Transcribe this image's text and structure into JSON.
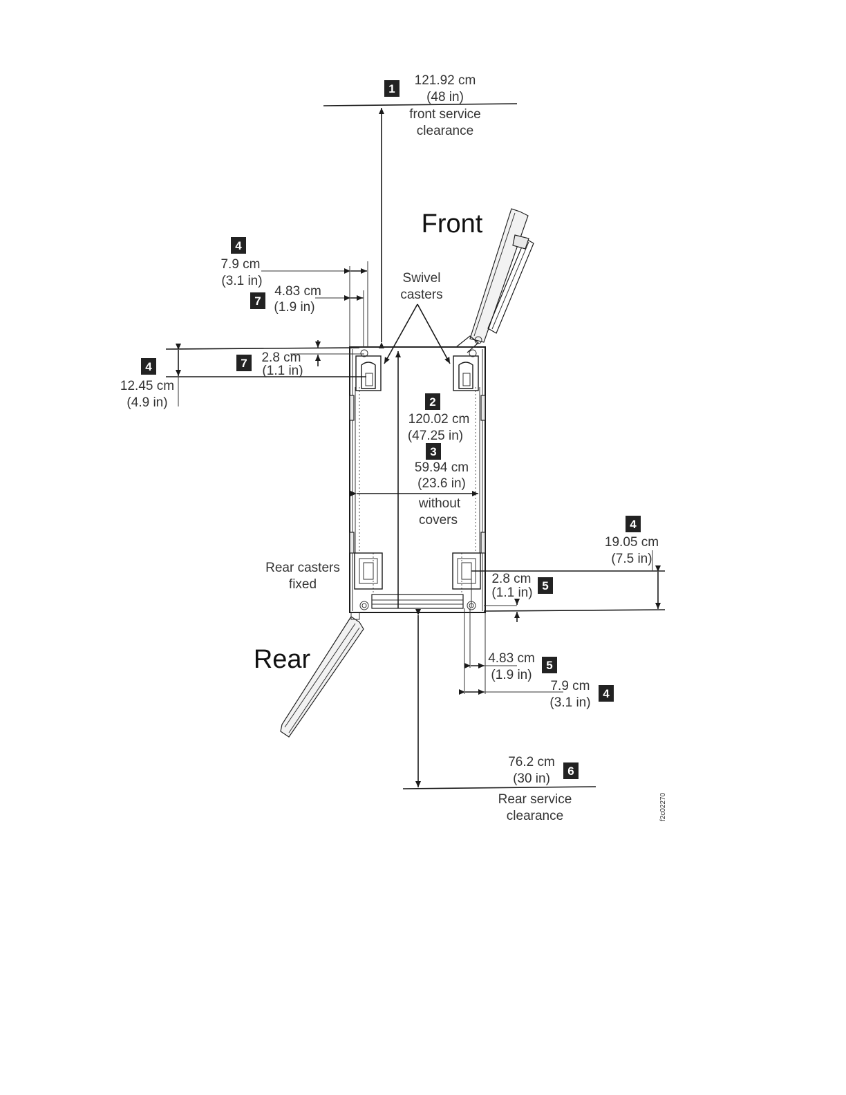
{
  "labels": {
    "front": "Front",
    "rear": "Rear",
    "swivel_1": "Swivel",
    "swivel_2": "casters",
    "rear_casters_1": "Rear casters",
    "rear_casters_2": "fixed",
    "front_clear_cm": "121.92 cm",
    "front_clear_in": "(48 in)",
    "front_clear_1": "front service",
    "front_clear_2": "clearance",
    "depth_cm": "120.02 cm",
    "depth_in": "(47.25 in)",
    "width_cm": "59.94 cm",
    "width_in": "(23.6 in)",
    "width_note_1": "without",
    "width_note_2": "covers",
    "tl_79_cm": "7.9 cm",
    "tl_79_in": "(3.1 in)",
    "tl_483_cm": "4.83 cm",
    "tl_483_in": "(1.9 in)",
    "tl_28_cm": "2.8 cm",
    "tl_28_in": "(1.1 in)",
    "l_1245_cm": "12.45 cm",
    "l_1245_in": "(4.9 in)",
    "r_1905_cm": "19.05 cm",
    "r_1905_in": "(7.5 in)",
    "r_28_cm": "2.8 cm",
    "r_28_in": "(1.1 in)",
    "b_483_cm": "4.83 cm",
    "b_483_in": "(1.9 in)",
    "b_79_cm": "7.9 cm",
    "b_79_in": "(3.1 in)",
    "rear_clear_cm": "76.2 cm",
    "rear_clear_in": "(30 in)",
    "rear_clear_1": "Rear service",
    "rear_clear_2": "clearance",
    "figure_id": "f2c02270"
  },
  "badges": {
    "b1": "1",
    "b2": "2",
    "b3": "3",
    "b4a": "4",
    "b4b": "4",
    "b4c": "4",
    "b4d": "4",
    "b5a": "5",
    "b5b": "5",
    "b6": "6",
    "b7a": "7",
    "b7b": "7"
  }
}
